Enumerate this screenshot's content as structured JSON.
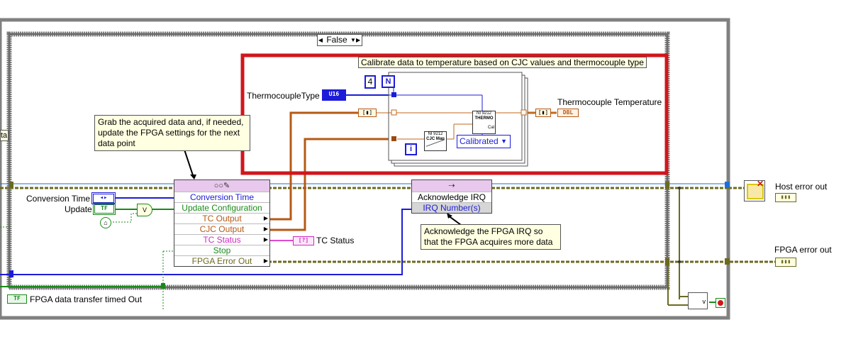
{
  "case_selector": {
    "value": "False"
  },
  "calibrate_comment": "Calibrate data to temperature based on CJC values and thermocouple type",
  "grab_comment": "Grab the acquired data and, if needed, update the FPGA settings for the next data point",
  "ack_comment": "Acknowledge the FPGA IRQ so that the FPGA acquires more data",
  "thermocouple_type": {
    "label": "ThermocoupleType",
    "tag": "U16"
  },
  "loop_count": {
    "value": "4",
    "n": "N",
    "i": "i"
  },
  "thermocouple_temperature": {
    "label": "Thermocouple Temperature",
    "tag": "DBL"
  },
  "calibrated_enum": {
    "value": "Calibrated"
  },
  "thermo_subvi": {
    "line1": "NI 9212",
    "line2": "THERMO",
    "line3": "Cal"
  },
  "cjc_subvi": {
    "line1": "NI 9212",
    "line2": "CJC Map"
  },
  "conversion_time": {
    "label": "Conversion Time",
    "tag": "◂▸"
  },
  "update": {
    "label": "Update",
    "tag": "TF",
    "or_label": "V"
  },
  "read_write_node": {
    "header_icon": "○○✎",
    "rows": [
      "Conversion Time",
      "Update Configuration",
      "TC Output",
      "CJC Output",
      "TC Status",
      "Stop",
      "FPGA Error Out"
    ]
  },
  "tc_status": {
    "label": "TC Status",
    "tag": "[?]"
  },
  "ack_node": {
    "header_icon": "⇢",
    "rows": [
      "Acknowledge IRQ",
      "IRQ Number(s)"
    ]
  },
  "host_error_out": {
    "label": "Host error out"
  },
  "fpga_error_out": {
    "label": "FPGA error out"
  },
  "fpga_timed_out": {
    "label": "FPGA data transfer timed Out",
    "tag": "TF"
  },
  "left_stub_text": "ta",
  "colors": {
    "border_frame": "#808080",
    "red_highlight": "#d0161c",
    "wire_orange": "#c26a1e",
    "wire_blue": "#1c1cd8",
    "wire_error": "#6b6b20",
    "wire_green": "#1a8a1a",
    "comment_bg": "#ffffe1"
  }
}
